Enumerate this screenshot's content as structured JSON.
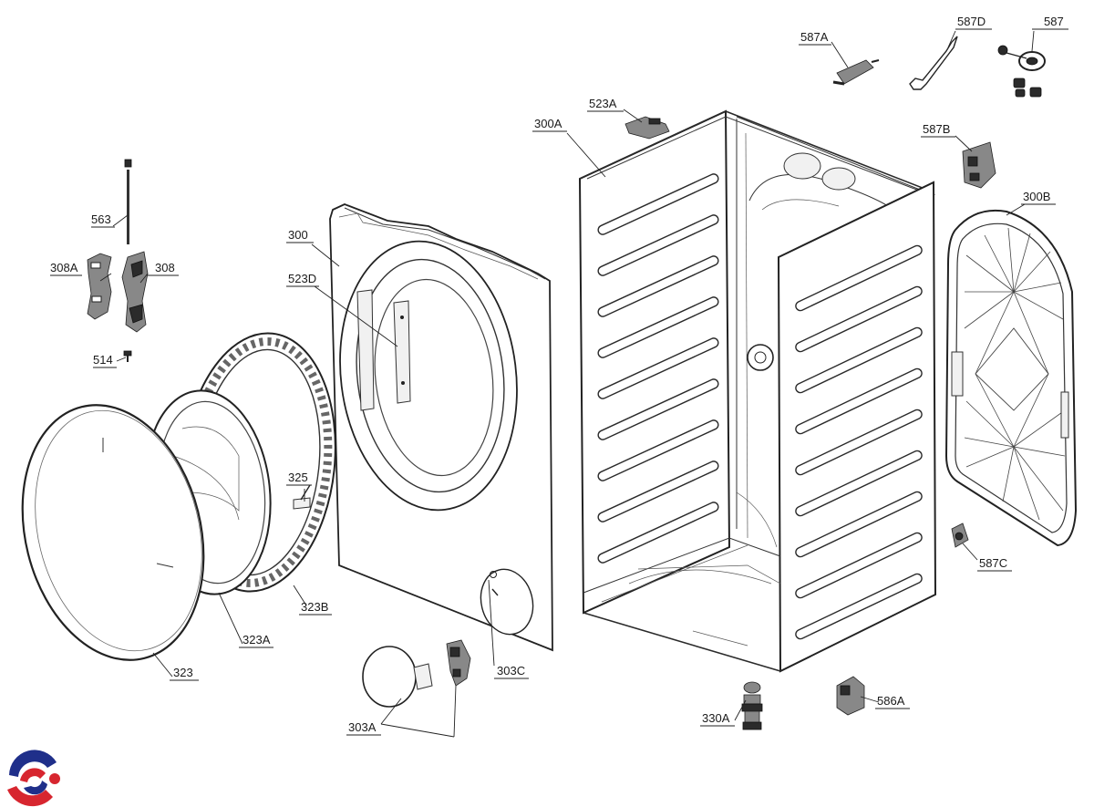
{
  "diagram": {
    "labels": {
      "p563": "563",
      "p308A": "308A",
      "p308": "308",
      "p514": "514",
      "p300": "300",
      "p523D": "523D",
      "p325": "325",
      "p323B": "323B",
      "p323A": "323A",
      "p323": "323",
      "p303A": "303A",
      "p303C": "303C",
      "p300A": "300A",
      "p523A": "523A",
      "p587A": "587A",
      "p587D": "587D",
      "p587": "587",
      "p587B": "587B",
      "p300B": "300B",
      "p587C": "587C",
      "p586A": "586A",
      "p330A": "330A"
    },
    "logo_colors": [
      "#1f2f8a",
      "#d7262f"
    ]
  }
}
